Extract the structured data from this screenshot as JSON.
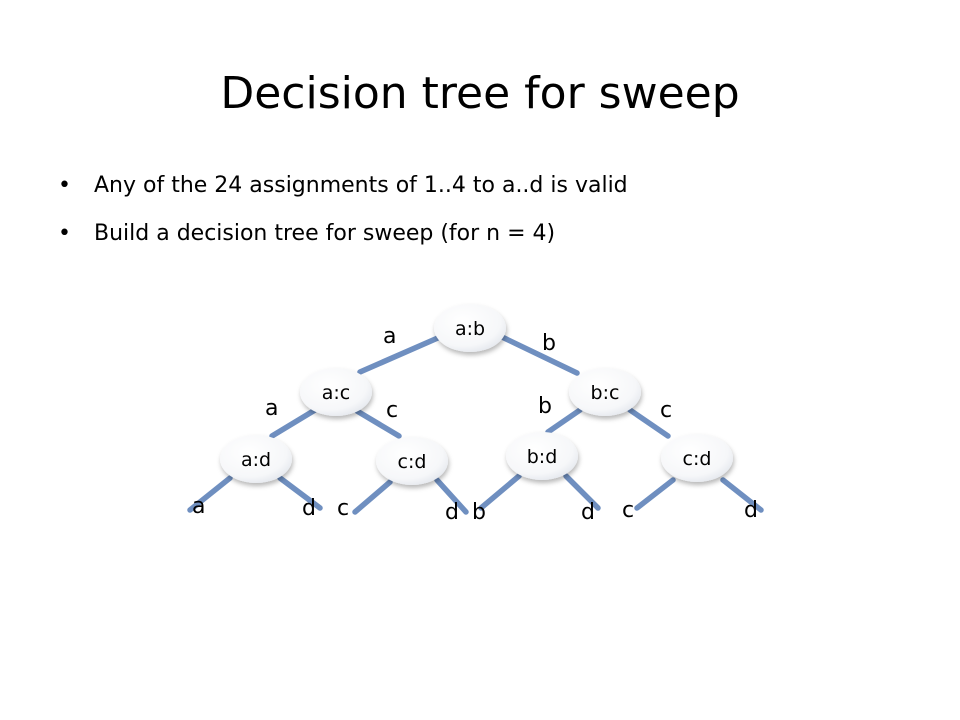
{
  "slide": {
    "title": "Decision tree for sweep",
    "bullets": [
      "Any of the 24 assignments of 1..4 to a..d is valid",
      "Build a decision tree for sweep (for n = 4)"
    ]
  },
  "tree": {
    "edge_color": "#6f8fc0",
    "nodes": [
      {
        "id": "root",
        "label": "a:b"
      },
      {
        "id": "ac",
        "label": "a:c"
      },
      {
        "id": "bc",
        "label": "b:c"
      },
      {
        "id": "ad",
        "label": "a:d"
      },
      {
        "id": "cd1",
        "label": "c:d"
      },
      {
        "id": "bd",
        "label": "b:d"
      },
      {
        "id": "cd2",
        "label": "c:d"
      }
    ],
    "edge_labels": [
      {
        "id": "root-ac",
        "label": "a"
      },
      {
        "id": "root-bc",
        "label": "b"
      },
      {
        "id": "ac-ad",
        "label": "a"
      },
      {
        "id": "ac-cd1",
        "label": "c"
      },
      {
        "id": "bc-bd",
        "label": "b"
      },
      {
        "id": "bc-cd2",
        "label": "c"
      },
      {
        "id": "ad-left",
        "label": "a"
      },
      {
        "id": "ad-right",
        "label": "d"
      },
      {
        "id": "cd1-left",
        "label": "c"
      },
      {
        "id": "cd1-right",
        "label": "d"
      },
      {
        "id": "bd-left",
        "label": "b"
      },
      {
        "id": "bd-right",
        "label": "d"
      },
      {
        "id": "cd2-left",
        "label": "c"
      },
      {
        "id": "cd2-right",
        "label": "d"
      }
    ]
  }
}
